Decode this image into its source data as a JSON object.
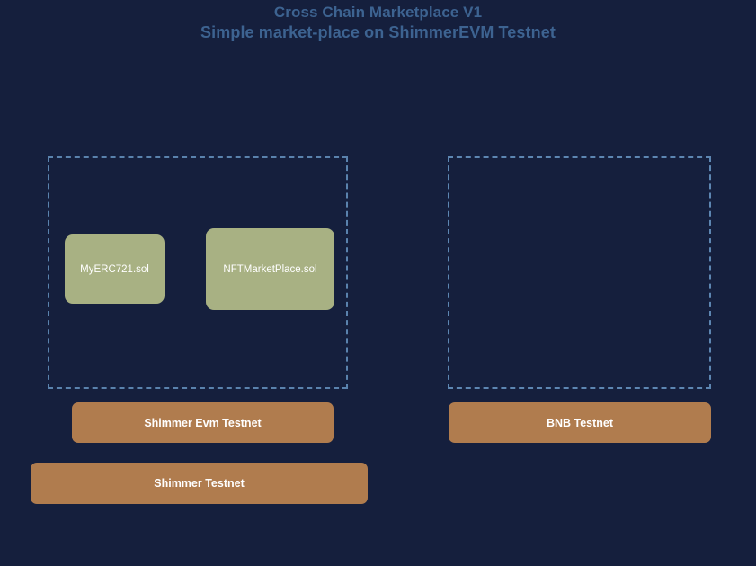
{
  "page": {
    "background_color": "#151f3d"
  },
  "header": {
    "title": "Cross Chain Marketplace V1",
    "subtitle": "Simple market-place on ShimmerEVM Testnet",
    "title_color": "#3d6391"
  },
  "diagram": {
    "groups": [
      {
        "id": "shimmer-evm-group",
        "border_color": "#5a82ad",
        "border_style": "dashed",
        "contracts": [
          {
            "id": "myerc721",
            "label": "MyERC721.sol",
            "color": "#a8b183"
          },
          {
            "id": "nftmarketplace",
            "label": "NFTMarketPlace.sol",
            "color": "#a8b183"
          }
        ],
        "network_label": "Shimmer Evm Testnet",
        "network_color": "#b07c4e"
      },
      {
        "id": "bnb-group",
        "border_color": "#5d86b2",
        "border_style": "dashed",
        "contracts": [],
        "network_label": "BNB Testnet",
        "network_color": "#b07c4e"
      }
    ],
    "base_network_label": "Shimmer Testnet",
    "base_network_color": "#b07c4e"
  }
}
